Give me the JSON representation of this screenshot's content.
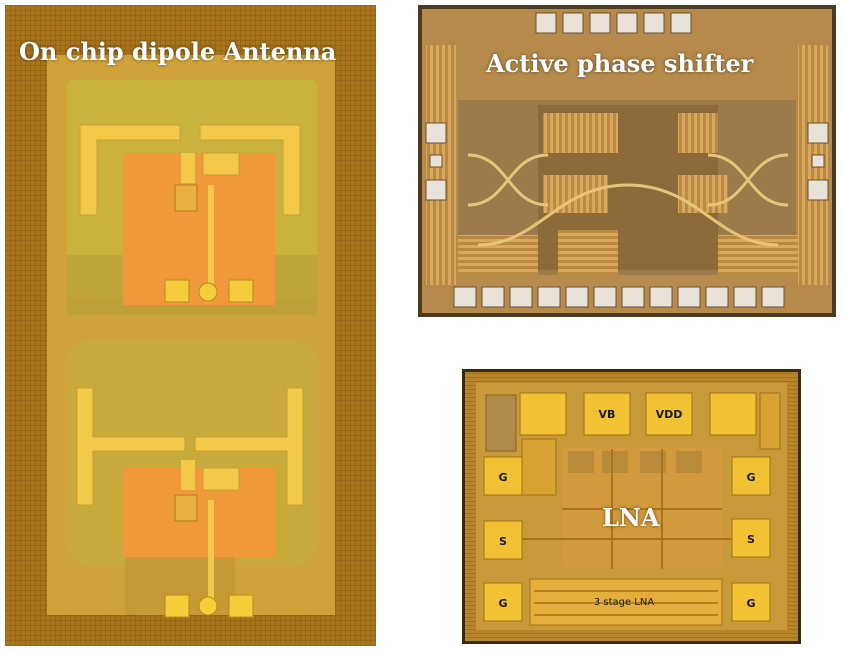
{
  "panels": {
    "antenna": {
      "caption": "On chip dipole Antenna"
    },
    "phase_shifter": {
      "caption": "Active phase shifter"
    },
    "lna": {
      "caption": "LNA",
      "pads": {
        "vb": "VB",
        "vdd": "VDD",
        "g": "G",
        "s": "S"
      },
      "stage_label": "3 stage LNA"
    }
  },
  "colors": {
    "die_gold": "#c9a032",
    "metal_orange": "#f0a030",
    "pad_yellow": "#f2c234",
    "bg_white": "#ffffff"
  }
}
